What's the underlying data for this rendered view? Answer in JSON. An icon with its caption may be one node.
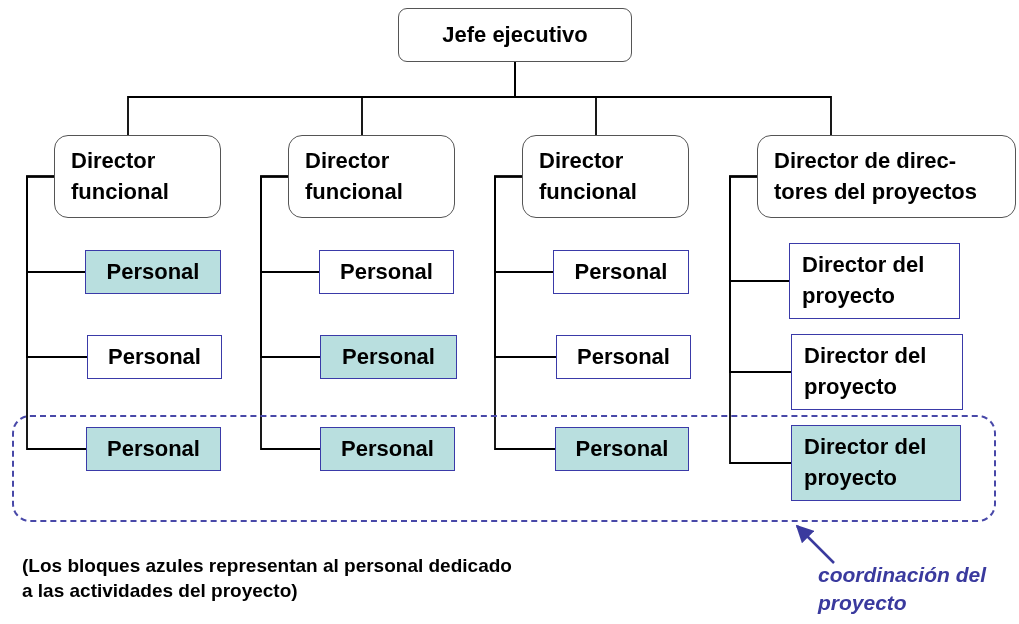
{
  "diagram": {
    "nodes": [
      {
        "text": [
          "Jefe ejecutivo"
        ]
      },
      {
        "text": [
          "Director funcional"
        ]
      },
      {
        "text": [
          "Director funcional"
        ]
      },
      {
        "text": [
          "Director funcional"
        ]
      },
      {
        "text": [
          "Director de direc- tores del proyectos"
        ]
      },
      {
        "text": [
          "Personal"
        ]
      },
      {
        "text": [
          "Personal"
        ]
      },
      {
        "text": [
          "Personal"
        ],
        "in": 17
      },
      {
        "text": [
          "Personal"
        ]
      },
      {
        "text": [
          "Personal"
        ]
      },
      {
        "text": [
          "Personal"
        ],
        "in": 17
      },
      {
        "text": [
          "Personal"
        ]
      },
      {
        "text": [
          "Personal"
        ]
      },
      {
        "text": [
          "Personal"
        ],
        "in": 17
      },
      {
        "text": [
          "Director del proyecto"
        ]
      },
      {
        "text": [
          "Director del proyecto"
        ]
      },
      {
        "text": [
          "Director del proyecto"
        ],
        "in": 17
      },
      {
        "text": [],
        "shape": "box"
      },
      {
        "text": [
          "coordinación del proyecto"
        ]
      }
    ],
    "edges": [
      {
        "from": 0,
        "to": 1,
        "arrow": "none"
      },
      {
        "from": 0,
        "to": 2,
        "arrow": "none"
      },
      {
        "from": 0,
        "to": 3,
        "arrow": "none"
      },
      {
        "from": 0,
        "to": 4,
        "arrow": "none"
      },
      {
        "from": 1,
        "to": 5,
        "arrow": "none"
      },
      {
        "from": 1,
        "to": 6,
        "arrow": "none"
      },
      {
        "from": 1,
        "to": 7,
        "arrow": "none"
      },
      {
        "from": 2,
        "to": 8,
        "arrow": "none"
      },
      {
        "from": 2,
        "to": 9,
        "arrow": "none"
      },
      {
        "from": 2,
        "to": 10,
        "arrow": "none"
      },
      {
        "from": 3,
        "to": 11,
        "arrow": "none"
      },
      {
        "from": 3,
        "to": 12,
        "arrow": "none"
      },
      {
        "from": 3,
        "to": 13,
        "arrow": "none"
      },
      {
        "from": 4,
        "to": 14,
        "arrow": "none"
      },
      {
        "from": 4,
        "to": 15,
        "arrow": "none"
      },
      {
        "from": 4,
        "to": 16,
        "arrow": "none"
      },
      {
        "from": 18,
        "to": 17,
        "arrow": "to",
        "color": "#3a3a9e"
      }
    ],
    "labels": [
      "(Los bloques azules representan al personal dedicado a las actividades del proyecto)"
    ]
  }
}
